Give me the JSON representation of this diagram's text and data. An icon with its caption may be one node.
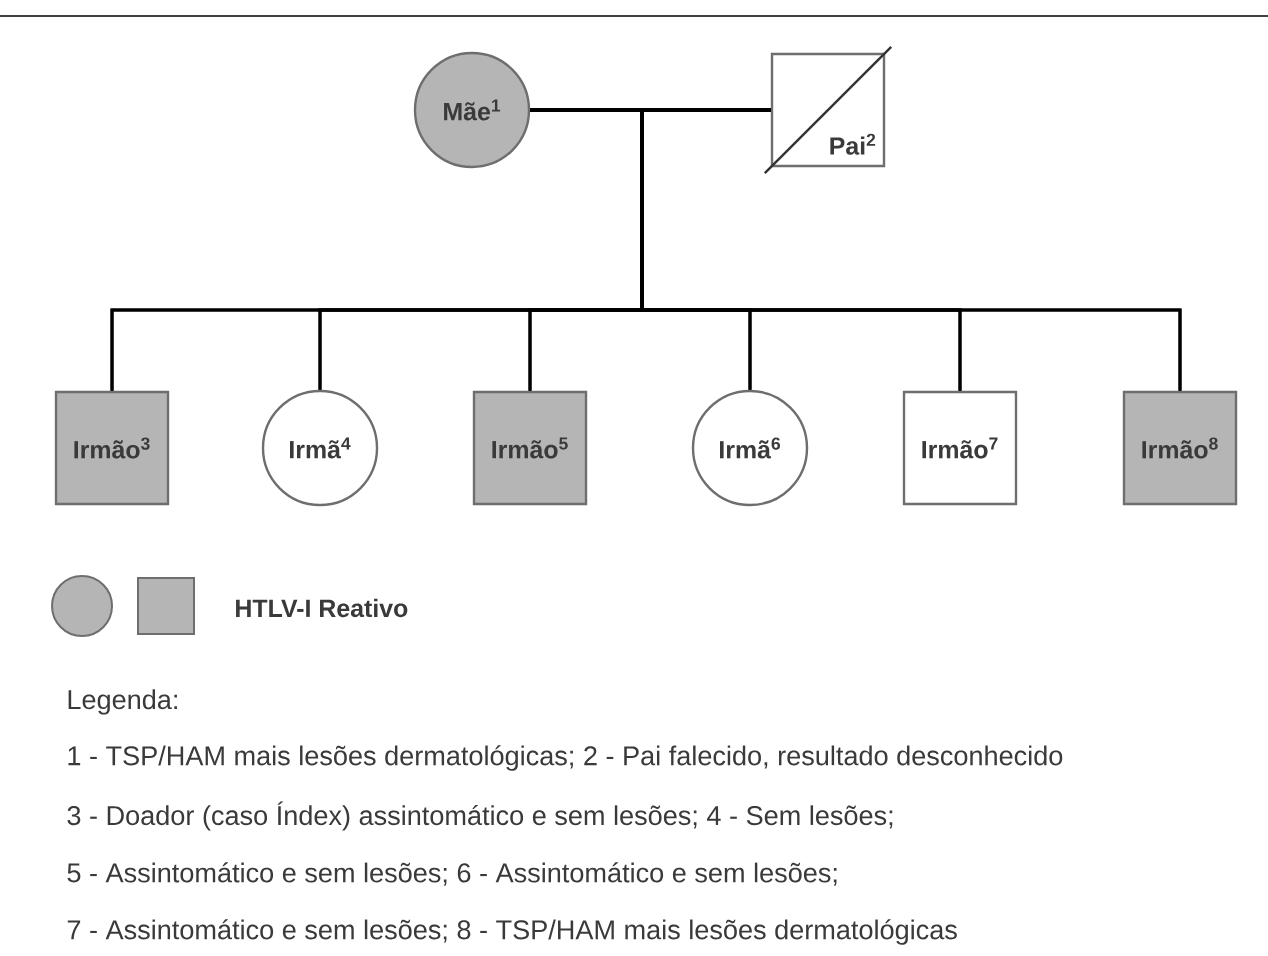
{
  "diagram": {
    "nodes": [
      {
        "text": [
          "Mãe$^{1}$"
        ]
      },
      {
        "text": [
          "Pai$^{2}$"
        ]
      },
      {
        "text": [
          "Irmão$^{3}$"
        ]
      },
      {
        "text": [
          "Irmã$^{4}$"
        ]
      },
      {
        "text": [
          "Irmão$^{5}$"
        ]
      },
      {
        "text": [
          "Irmã$^{6}$"
        ]
      },
      {
        "text": [
          "Irmão$^{7}$"
        ]
      },
      {
        "text": [
          "Irmão$^{8}$"
        ]
      }
    ],
    "edges": [
      {
        "from": 0,
        "to": 1,
        "arrow": "none"
      },
      {
        "from": 0,
        "to": 2,
        "arrow": "none"
      },
      {
        "from": 0,
        "to": 3,
        "arrow": "none"
      },
      {
        "from": 0,
        "to": 4,
        "arrow": "none"
      },
      {
        "from": 0,
        "to": 5,
        "arrow": "none"
      },
      {
        "from": 0,
        "to": 6,
        "arrow": "none"
      },
      {
        "from": 0,
        "to": 7,
        "arrow": "none"
      },
      {
        "from": 1,
        "to": 2,
        "arrow": "none"
      },
      {
        "from": 1,
        "to": 3,
        "arrow": "none"
      },
      {
        "from": 1,
        "to": 4,
        "arrow": "none"
      },
      {
        "from": 1,
        "to": 5,
        "arrow": "none"
      },
      {
        "from": 1,
        "to": 6,
        "arrow": "none"
      },
      {
        "from": 1,
        "to": 7,
        "arrow": "none"
      }
    ],
    "labels": [
      "Legenda:",
      "1 - TSP/HAM mais lesões dermatológicas; 2 - Pai falecido, resultado desconhecido",
      "3 - Doador (caso Índex) assintomático e sem lesões; 4 - Sem lesões;",
      "5 - Assintomático e sem lesões; 6 - Assintomático e sem lesões;",
      "7 - Assintomático e sem lesões; 8 - TSP/HAM mais lesões dermatológicas"
    ],
    "legend": [
      {
        "text": "HTLV-I Reativo"
      }
    ]
  }
}
